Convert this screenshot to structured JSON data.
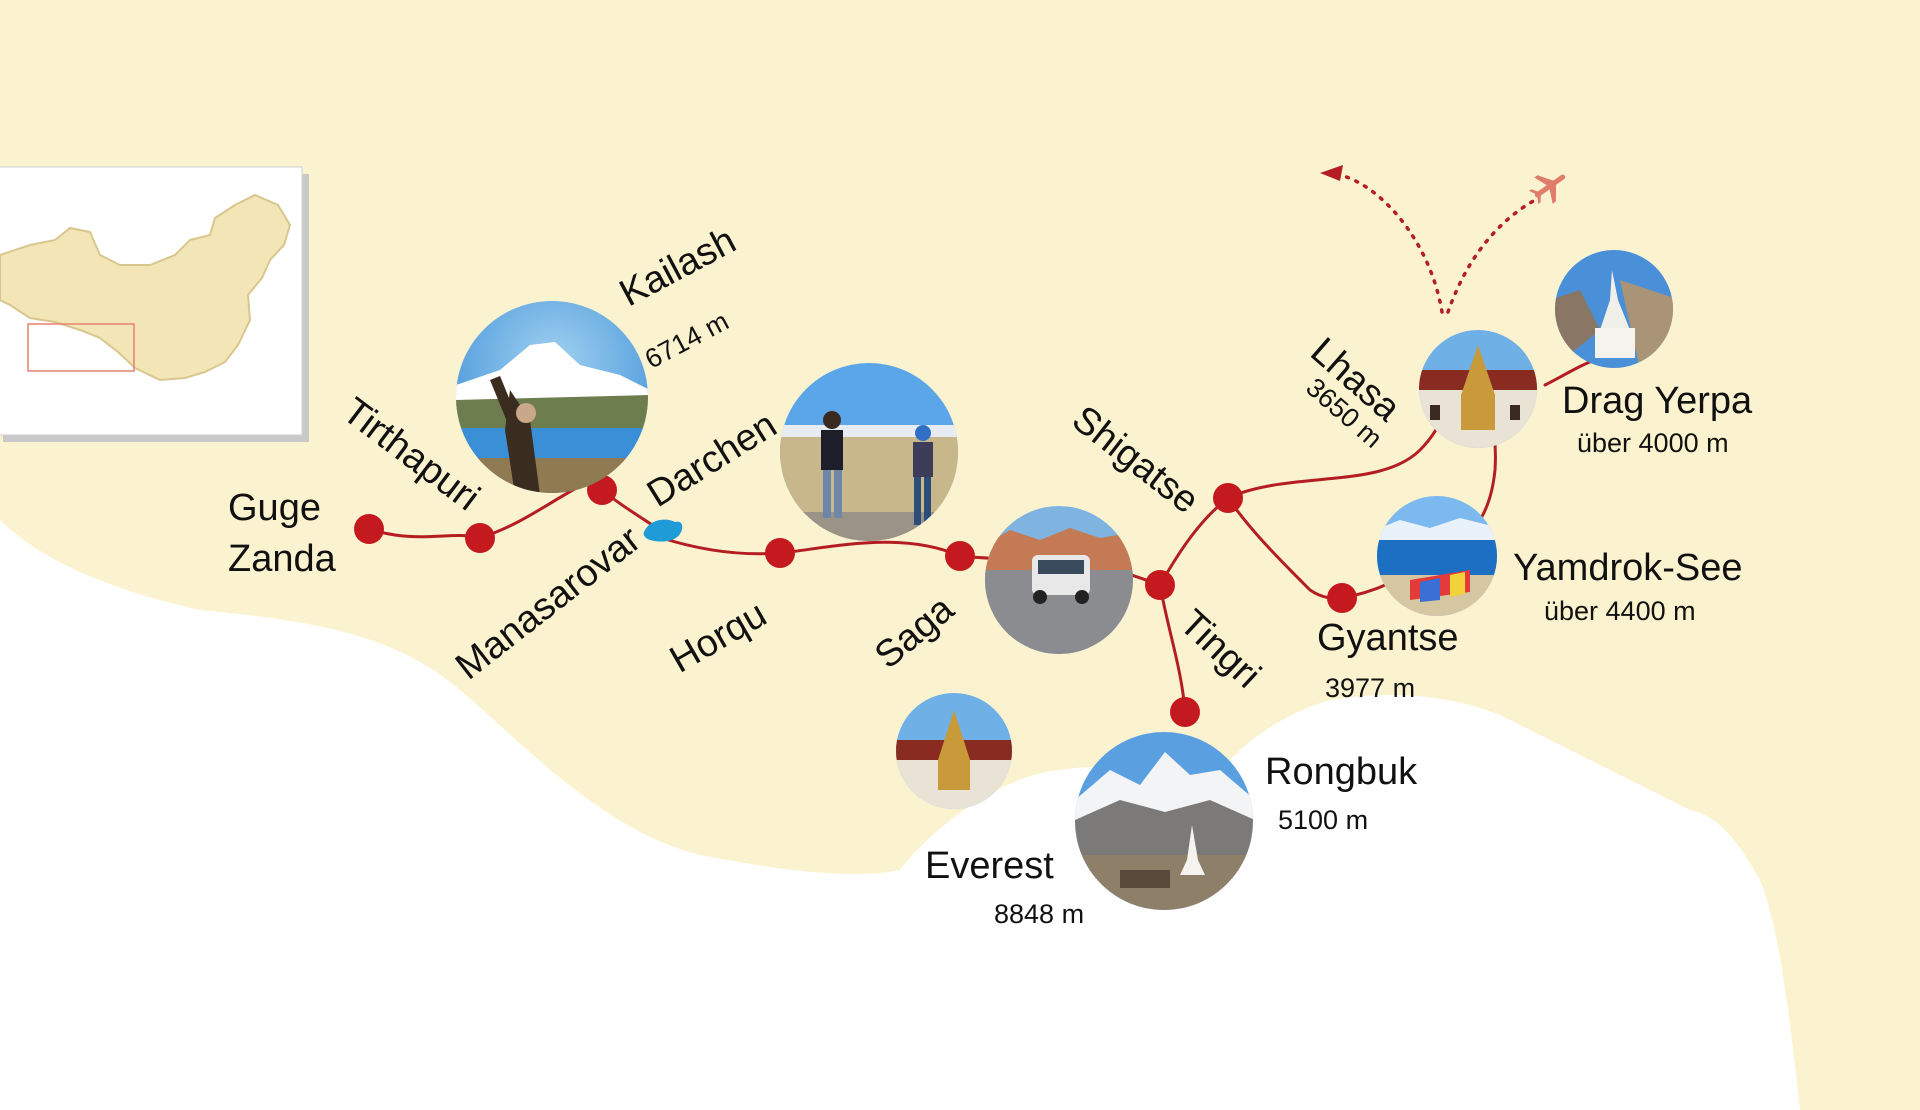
{
  "colors": {
    "land": "#fbf3cf",
    "route": "#b41e23",
    "stop": "#c41a1f",
    "lake": "#1f9bd8",
    "inset_land": "#f3e6b6",
    "inset_box": "#e8826f"
  },
  "stops": {
    "guge": "Guge",
    "zanda": "Zanda",
    "tirthapuri": "Tirthapuri",
    "kailash": "Kailash",
    "kailash_alt": "6714 m",
    "darchen": "Darchen",
    "manasarovar": "Manasarovar",
    "horqu": "Horqu",
    "saga": "Saga",
    "shigatse": "Shigatse",
    "lhasa": "Lhasa",
    "lhasa_alt": "3650 m",
    "drag_yerpa": "Drag Yerpa",
    "drag_yerpa_alt": "über 4000 m",
    "yamdrok": "Yamdrok-See",
    "yamdrok_alt": "über 4400 m",
    "gyantse": "Gyantse",
    "gyantse_alt": "3977 m",
    "tingri": "Tingri",
    "rongbuk": "Rongbuk",
    "rongbuk_alt": "5100 m",
    "everest": "Everest",
    "everest_alt": "8848 m"
  },
  "icons": {
    "flight": "airplane-icon",
    "arrow": "arrow-left-icon"
  }
}
